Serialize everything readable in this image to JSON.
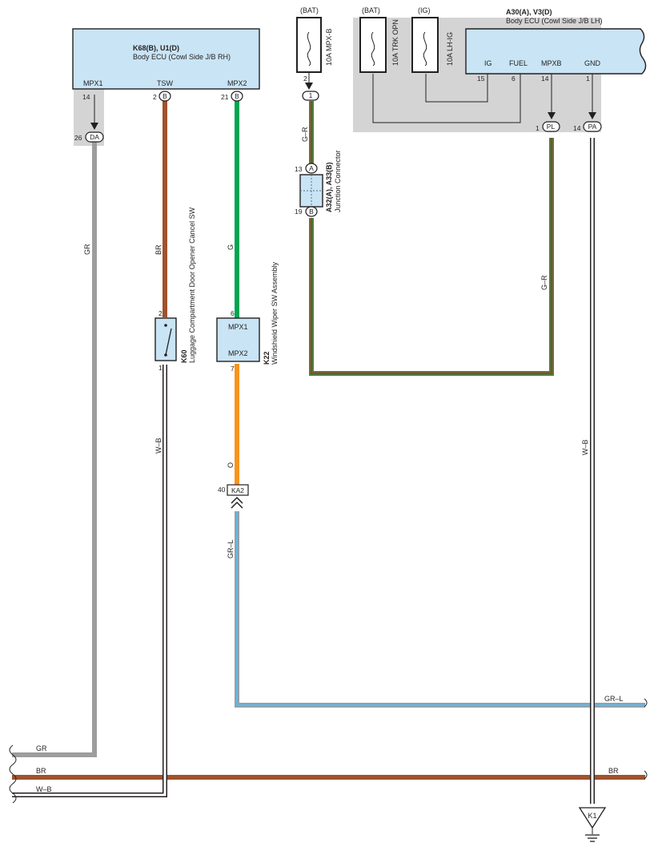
{
  "ecu_rh": {
    "code": "K68(B), U1(D)",
    "name": "Body ECU (Cowl Side J/B RH)",
    "pins": [
      {
        "label": "MPX1",
        "num": "14"
      },
      {
        "label": "TSW",
        "num": "2",
        "conn": "B"
      },
      {
        "label": "MPX2",
        "num": "21",
        "conn": "B"
      }
    ]
  },
  "ecu_lh": {
    "code": "A30(A), V3(D)",
    "name": "Body ECU (Cowl Side J/B LH)",
    "pins": [
      {
        "label": "IG",
        "num": "15"
      },
      {
        "label": "FUEL",
        "num": "6"
      },
      {
        "label": "MPXB",
        "num": "14"
      },
      {
        "label": "GND",
        "num": "1"
      }
    ]
  },
  "fuses": [
    {
      "source": "(BAT)",
      "name": "10A MPX-B"
    },
    {
      "source": "(BAT)",
      "name": "10A TRK OPN"
    },
    {
      "source": "(IG)",
      "name": "10A LH-IG"
    }
  ],
  "fuse_out_pin": "2",
  "fuse_out_conn": "1",
  "junction": {
    "code": "A32(A), A33(B)",
    "name": "Junction Connector",
    "pin_top": "13",
    "conn_top": "A",
    "pin_bottom": "19",
    "conn_bottom": "B"
  },
  "switch": {
    "code": "K60",
    "name": "Luggage Compartment Door Opener Cancel SW",
    "pin_top": "2",
    "pin_bottom": "1"
  },
  "wiper": {
    "code": "K22",
    "name": "Windshield Wiper SW Assembly",
    "term1": "MPX1",
    "term2": "MPX2",
    "pin_top": "6",
    "pin_bottom": "7"
  },
  "connectors": {
    "da": {
      "num": "26",
      "label": "DA"
    },
    "pl": {
      "num": "1",
      "label": "PL"
    },
    "pa": {
      "num": "14",
      "label": "PA"
    },
    "ka2": {
      "num": "40",
      "label": "KA2"
    }
  },
  "ground": "K1",
  "wire_labels": {
    "gr": "GR",
    "br": "BR",
    "g": "G",
    "wb": "W–B",
    "o": "O",
    "gr_l": "GR–L",
    "g_r": "G–R"
  },
  "wire_colors": {
    "GR": "#9d9d9f",
    "BR": "#a0522d",
    "G": "#00a651",
    "O": "#f7941d",
    "L": "#5fb8e6",
    "R": "#e2231a",
    "W": "#ffffff",
    "B": "#231f20"
  },
  "panel_colors": {
    "box": "#c9e4f5",
    "shade": "#d4d4d4"
  }
}
